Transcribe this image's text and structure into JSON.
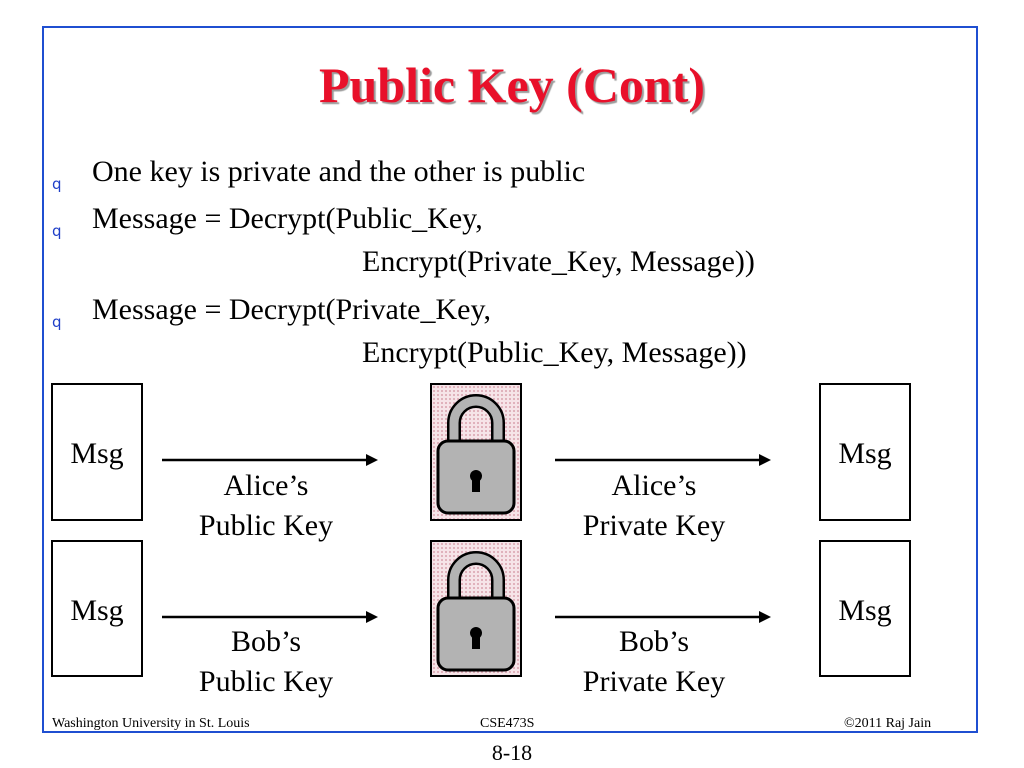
{
  "title": "Public Key (Cont)",
  "bullets": [
    {
      "marker": "q",
      "line1": "One key is private and the other is public",
      "line2": ""
    },
    {
      "marker": "q",
      "line1": "Message = Decrypt(Public_Key,",
      "line2": "Encrypt(Private_Key, Message))"
    },
    {
      "marker": "q",
      "line1": "Message = Decrypt(Private_Key,",
      "line2": "Encrypt(Public_Key, Message))"
    }
  ],
  "diagram": {
    "rows": [
      {
        "left_box": "Msg",
        "right_box": "Msg",
        "left_key": {
          "line1": "Alice’s",
          "line2": "Public Key"
        },
        "right_key": {
          "line1": "Alice’s",
          "line2": "Private Key"
        },
        "lock_icon": "padlock-icon"
      },
      {
        "left_box": "Msg",
        "right_box": "Msg",
        "left_key": {
          "line1": "Bob’s",
          "line2": "Public Key"
        },
        "right_key": {
          "line1": "Bob’s",
          "line2": "Private Key"
        },
        "lock_icon": "padlock-icon"
      }
    ]
  },
  "footer": {
    "left": "Washington University in St. Louis",
    "center": "CSE473S",
    "right": "©2011 Raj Jain"
  },
  "page_number": "8-18",
  "colors": {
    "title": "#e8102a",
    "frame": "#1f4fd1",
    "bullet": "#1f3fc8",
    "lock_background": "#f6e4e8",
    "lock_body": "#b3b3b3"
  }
}
